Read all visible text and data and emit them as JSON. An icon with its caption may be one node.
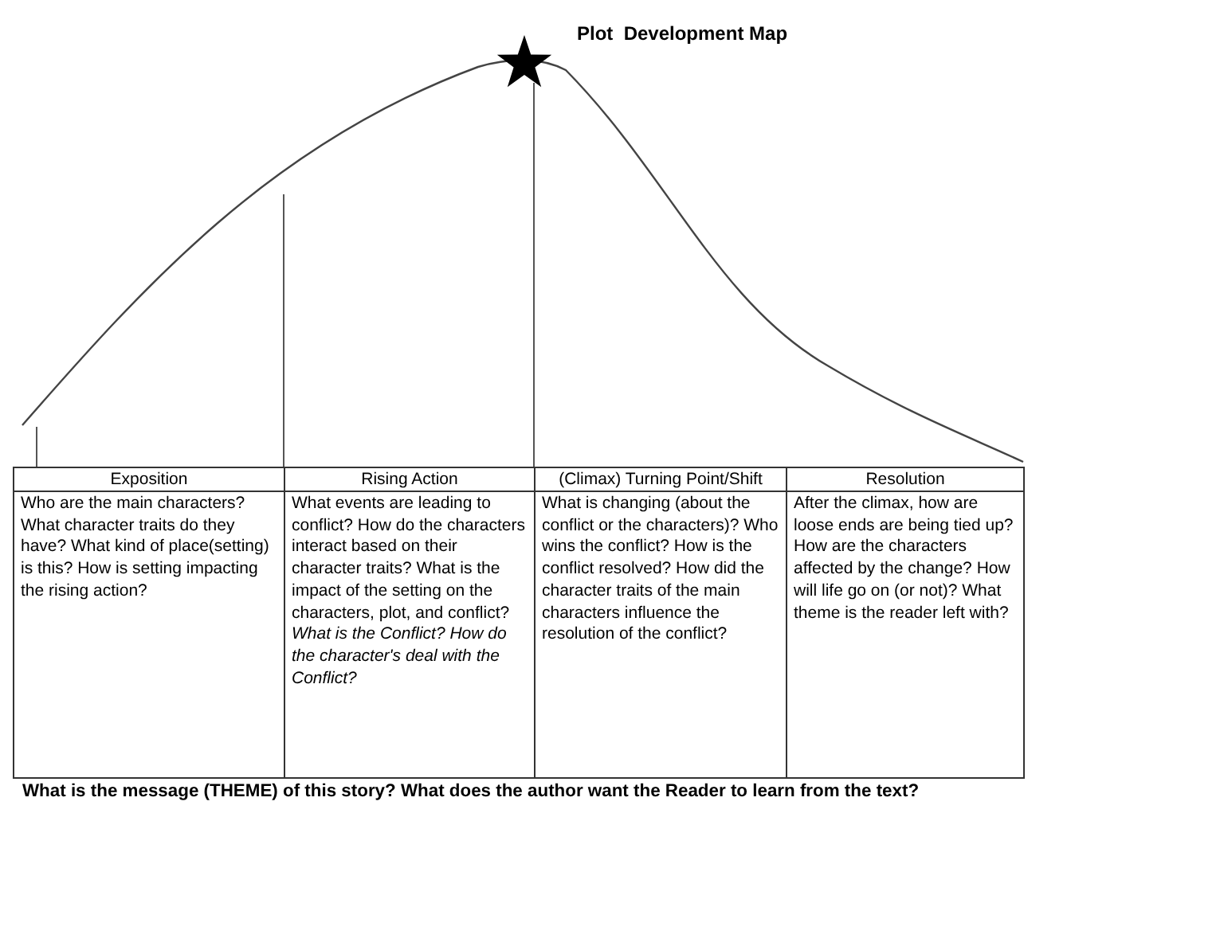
{
  "diagram": {
    "labels": [
      "Plot  Development Map",
      "Exposition",
      "Rising Action",
      "(Climax) Turning Point/Shift",
      "Resolution",
      "Who are the main characters? What character traits do they have? What kind of place(setting) is this? How is setting impacting the rising action?",
      "What events are leading to conflict? How do the characters interact based on their character traits? What is the impact of the setting on the characters, plot, and conflict? *What is the Conflict? How do the character's deal with the Conflict?*",
      "What is changing (about the conflict or the characters)? Who wins the conflict? How is the conflict resolved? How did the character traits of the main characters influence the resolution of the conflict?",
      "After the climax, how are loose ends are being tied up? How are the characters affected by the change? How will life go on (or not)? What theme is the reader left with?",
      "What is the message (THEME) of this story?  What does the author want the Reader to learn from the text?"
    ]
  }
}
